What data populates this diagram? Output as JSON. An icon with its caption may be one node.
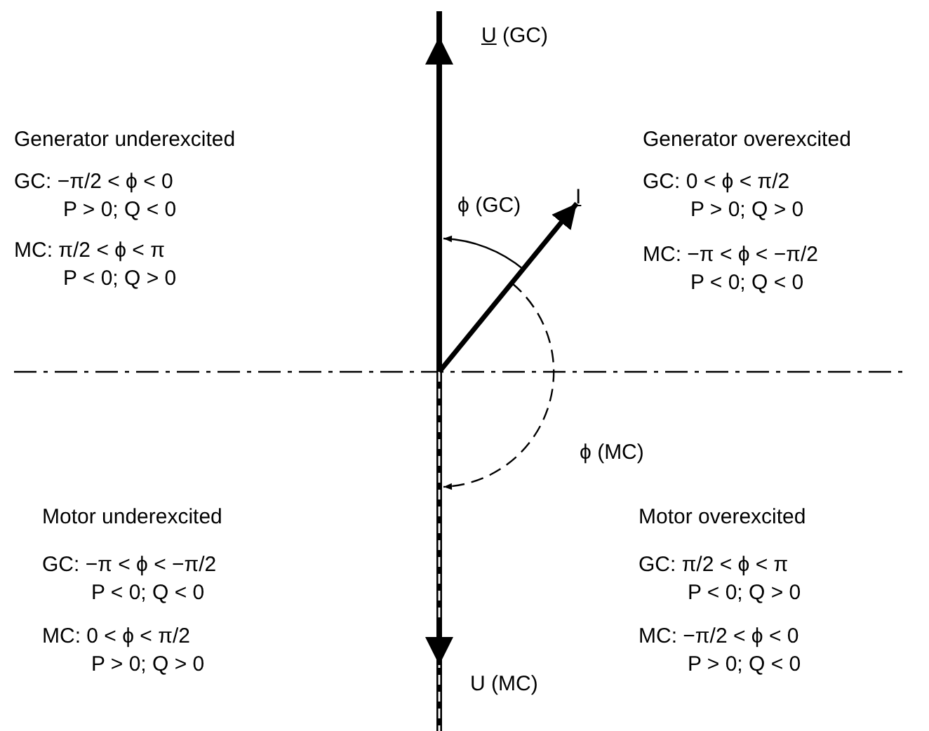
{
  "diagram": {
    "labels": [
      "U (GC)",
      "Generator underexcited",
      "ϕ (GC)",
      "I",
      "Generator overexcited",
      "GC: −π/2 < ϕ < 0",
      "P > 0; Q < 0",
      "MC: π/2 < ϕ < π",
      "P < 0; Q > 0",
      "GC: 0 < ϕ < π/2",
      "P > 0; Q > 0",
      "MC: −π < ϕ < −π/2",
      "P < 0; Q < 0",
      "ϕ (MC)",
      "Motor underexcited",
      "Motor overexcited",
      "GC: −π < ϕ < −π/2",
      "P < 0; Q < 0",
      "GC: π/2 < ϕ < π",
      "P < 0; Q > 0",
      "MC: 0 < ϕ < π/2",
      "P > 0; Q > 0",
      "MC: −π/2 < ϕ < 0",
      "P > 0; Q < 0",
      "U (MC)"
    ]
  }
}
